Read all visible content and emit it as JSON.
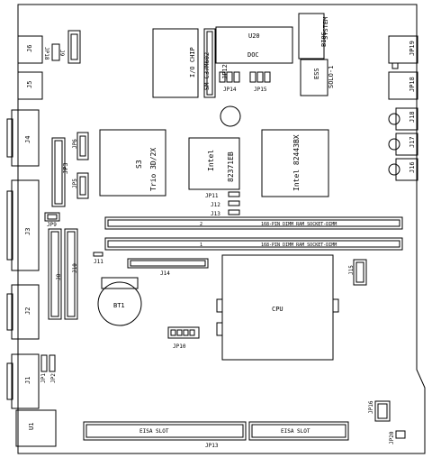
{
  "board": {
    "labels": {
      "j6": "J6",
      "jp18": "JP18",
      "j9": "J9",
      "jp12": "JP12",
      "io_chip_1": "I/O CHIP",
      "io_chip_2": "SM C37M602",
      "doc": "DOC",
      "u20": "U20",
      "system_bios_1": "SYSTEM",
      "system_bios_2": "BIOS",
      "jp19": "JP19",
      "j5": "J5",
      "jp14": "JP14",
      "jp15": "JP15",
      "ess_1": "ESS",
      "ess_2": "SOLO-1",
      "jp18b": "JP18",
      "j4": "J4",
      "jp6": "JP6",
      "jp3": "JP3",
      "jp5": "JP5",
      "s3_1": "S3",
      "s3_2": "Trio 3D/2X",
      "intel_n_1": "Intel",
      "intel_n_2": "82371EB",
      "intel_s": "Intel 82443BX",
      "j18": "J18",
      "j17": "J17",
      "j16": "J16",
      "jp11": "JP11",
      "j12": "J12",
      "j13": "J13",
      "j3": "J3",
      "jp9": "JP9",
      "dimm2": "168-PIN DIMM RAM SOCKET-DIMM",
      "dimm2_n": "2",
      "dimm1": "168-PIN DIMM RAM SOCKET-DIMM",
      "dimm1_n": "1",
      "j11": "J11",
      "j14": "J14",
      "j8": "J8",
      "j10": "J10",
      "j15": "J15",
      "bt1": "BT1",
      "cpu": "CPU",
      "j2": "J2",
      "jp10": "JP10",
      "jp1": "JP1",
      "jp2": "JP2",
      "j1": "J1",
      "jp16": "JP16",
      "u1": "U1",
      "eisa1": "EISA SLOT",
      "eisa2": "EISA SLOT",
      "jp13": "JP13",
      "jp20": "JP20"
    }
  }
}
